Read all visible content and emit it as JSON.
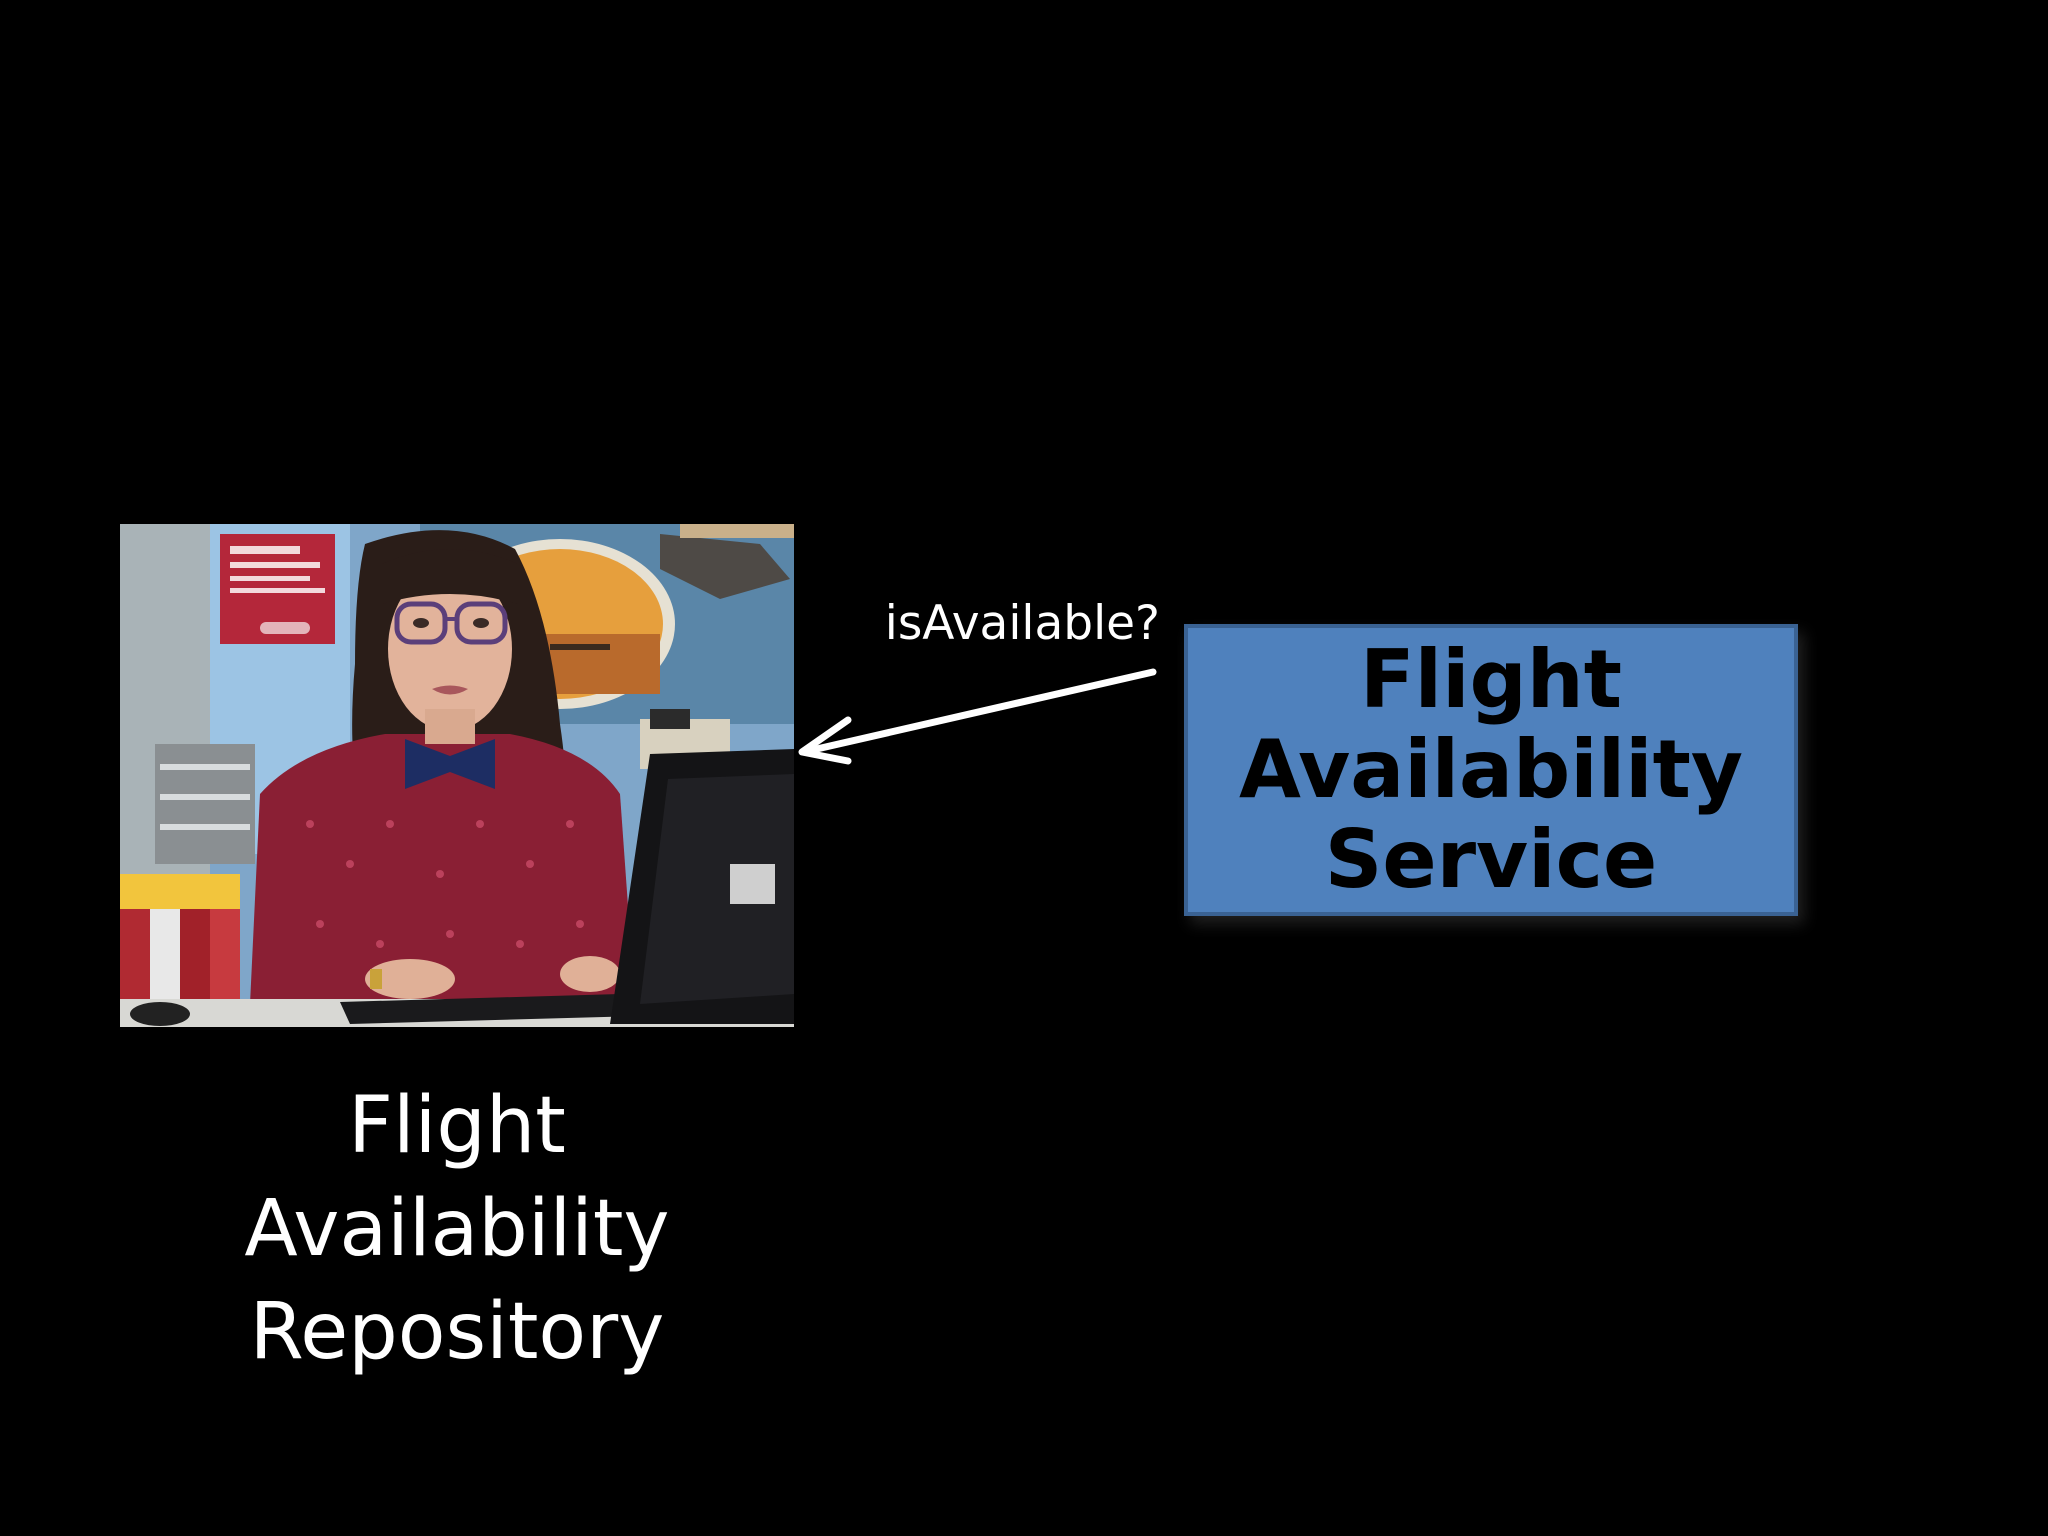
{
  "repository": {
    "image_alt": "Travel agent at a computer terminal",
    "label_lines": [
      "Flight",
      "Availability",
      "Repository"
    ]
  },
  "call": {
    "label": "isAvailable?"
  },
  "service": {
    "label_lines": [
      "Flight",
      "Availability",
      "Service"
    ],
    "fill_color": "#4f81bd"
  },
  "colors": {
    "background": "#000000",
    "text": "#ffffff",
    "arrow": "#ffffff"
  }
}
